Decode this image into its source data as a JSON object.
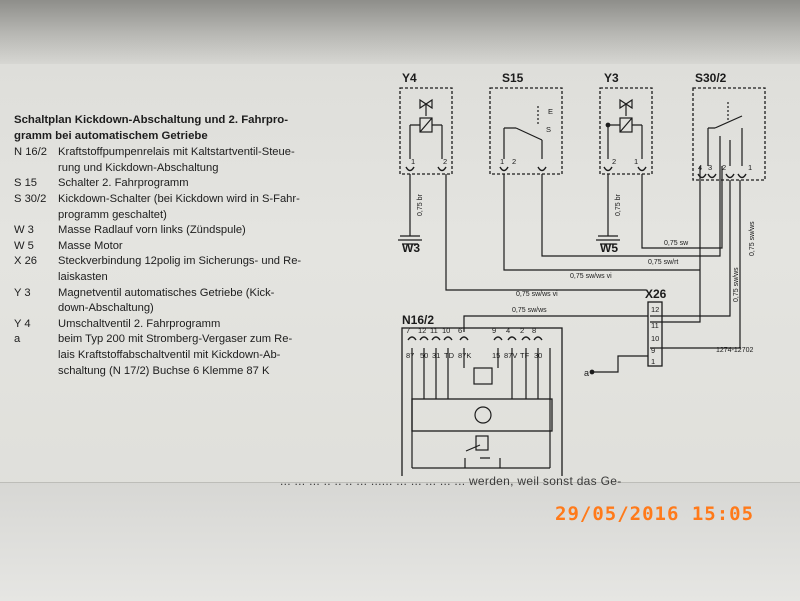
{
  "legend": {
    "title_line1": "Schaltplan Kickdown-Abschaltung und 2. Fahrpro-",
    "title_line2": "gramm bei automatischem Getriebe",
    "items": [
      {
        "code": "N 16/2",
        "lines": [
          "Kraftstoffpumpenrelais mit Kaltstartventil-Steue-",
          "rung und Kickdown-Abschaltung"
        ]
      },
      {
        "code": "S 15",
        "lines": [
          "Schalter 2. Fahrprogramm"
        ]
      },
      {
        "code": "S 30/2",
        "lines": [
          "Kickdown-Schalter (bei Kickdown wird in S-Fahr-",
          "programm geschaltet)"
        ]
      },
      {
        "code": "W 3",
        "lines": [
          "Masse Radlauf vorn links (Zündspule)"
        ]
      },
      {
        "code": "W 5",
        "lines": [
          "Masse Motor"
        ]
      },
      {
        "code": "X 26",
        "lines": [
          "Steckverbindung 12polig im Sicherungs- und Re-",
          "laiskasten"
        ]
      },
      {
        "code": "Y 3",
        "lines": [
          "Magnetventil automatisches Getriebe (Kick-",
          "down-Abschaltung)"
        ]
      },
      {
        "code": "Y 4",
        "lines": [
          "Umschaltventil 2. Fahrprogramm"
        ]
      },
      {
        "code": "a",
        "lines": [
          "beim Typ 200 mit Stromberg-Vergaser zum Re-",
          "lais Kraftstoffabschaltventil mit Kickdown-Ab-",
          "schaltung (N 17/2) Buchse 6 Klemme 87 K"
        ]
      }
    ]
  },
  "diagram": {
    "components": {
      "y4": "Y4",
      "s15": "S15",
      "y3": "Y3",
      "s302": "S30/2",
      "w3": "W3",
      "w5": "W5",
      "n162": "N16/2",
      "x26": "X26"
    },
    "pins": {
      "y4": [
        "1",
        "2"
      ],
      "s15": [
        "1",
        "2"
      ],
      "s15_switch": [
        "E",
        "S"
      ],
      "y3": [
        "2",
        "1"
      ],
      "s302": [
        "4",
        "3",
        "2",
        "1"
      ],
      "x26": [
        "12",
        "11",
        "10",
        "9",
        "1"
      ],
      "n162_top": [
        "7",
        "12",
        "11",
        "10",
        "6",
        "9",
        "4",
        "2",
        "8"
      ],
      "n162_term": [
        "87",
        "50",
        "31",
        "TD",
        "87K",
        "15",
        "87V",
        "TF",
        "30"
      ]
    },
    "wires": {
      "y4_br": "0,75 br",
      "y3_br": "0,75 br",
      "sw1": "0,75 sw",
      "swrt": "0,75 sw/rt",
      "swws_a": "0,75 sw/ws",
      "swws_b": "0,75 sw/ws",
      "swwsvi_a": "0,75 sw/ws vi",
      "swwsvi_b": "0,75 sw/ws vi",
      "swws_c": "0,75 sw/ws"
    },
    "ref_number": "1274-12702",
    "label_a": "a"
  },
  "cut_text": "... ...  ...  ..  ..  ..  ... ......   ...  ...  ...   ...  ... werden, weil sonst das Ge-",
  "timestamp": "29/05/2016  15:05"
}
